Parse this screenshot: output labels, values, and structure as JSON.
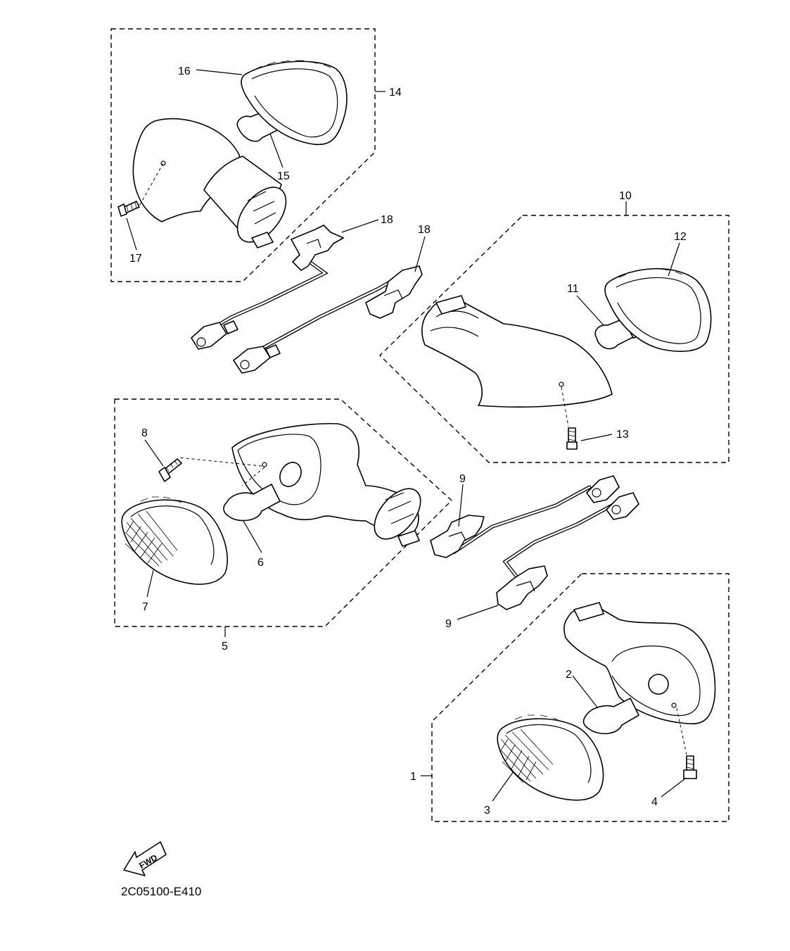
{
  "callouts": {
    "c1": "1",
    "c2": "2",
    "c3": "3",
    "c4": "4",
    "c5": "5",
    "c6": "6",
    "c7": "7",
    "c8": "8",
    "c9a": "9",
    "c9b": "9",
    "c10": "10",
    "c11": "11",
    "c12": "12",
    "c13": "13",
    "c14": "14",
    "c15": "15",
    "c16": "16",
    "c17": "17",
    "c18a": "18",
    "c18b": "18"
  },
  "fwd_arrow": {
    "label": "FWD",
    "icon": "forward-arrow-icon"
  },
  "drawing_code": "2C05100-E410"
}
